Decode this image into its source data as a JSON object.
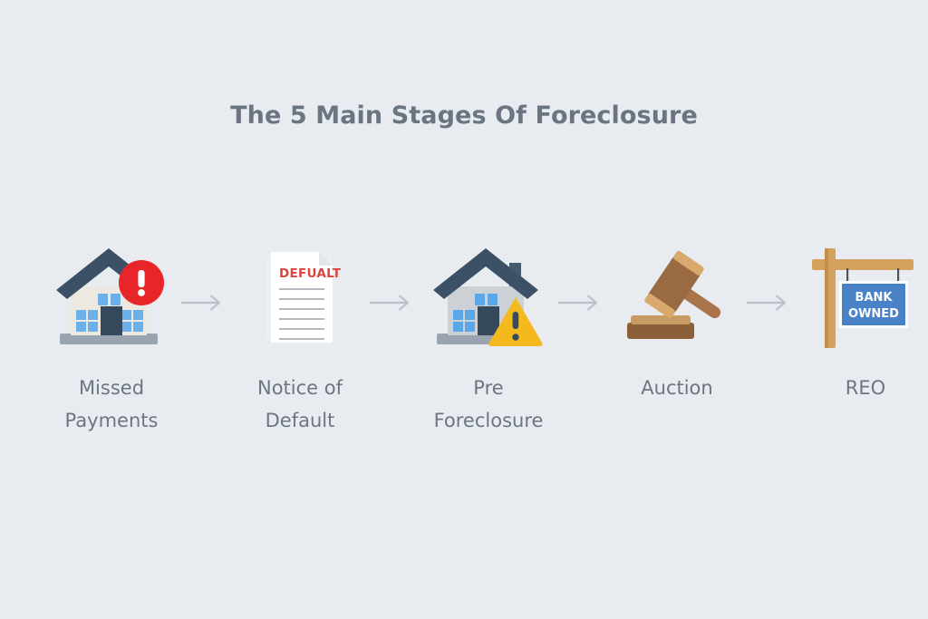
{
  "page": {
    "title": "The 5 Main Stages Of Foreclosure",
    "background_color": "#e8ecf0",
    "title_color": "#6b7582",
    "label_color": "#6b7682",
    "arrow_color": "#b9c2cc"
  },
  "stages": [
    {
      "id": "missed-payments",
      "label": "Missed\nPayments",
      "icon": "house-with-red-alert-icon",
      "colors": {
        "house_body": "#ede8e0",
        "roof": "#3d5166",
        "door": "#36495c",
        "window": "#6cb0ea",
        "base": "#9aa4ae",
        "badge": "#e8262a",
        "badge_mark": "#ffffff"
      }
    },
    {
      "id": "notice-of-default",
      "label": "Notice of\nDefault",
      "icon": "default-notice-document-icon",
      "document_heading": "DEFUALT",
      "document_line_count": 6,
      "colors": {
        "paper": "#ffffff",
        "fold": "#e2e6ea",
        "heading": "#d9453f",
        "text_line": "#b4b9bf"
      }
    },
    {
      "id": "pre-foreclosure",
      "label": "Pre Foreclosure",
      "icon": "house-with-warning-triangle-icon",
      "colors": {
        "house_body": "#ccd1d6",
        "roof": "#3d5166",
        "door": "#36495c",
        "window": "#5ba7e8",
        "base": "#9aa4ae",
        "chimney": "#475b6e",
        "warning": "#f5b920",
        "warning_mark": "#384b5e"
      }
    },
    {
      "id": "auction",
      "label": "Auction",
      "icon": "gavel-icon",
      "colors": {
        "head": "#9a6b42",
        "band": "#d9a86c",
        "handle": "#a9744a",
        "block": "#8b6038",
        "block_top": "#c99a62"
      }
    },
    {
      "id": "reo",
      "label": "REO",
      "icon": "bank-owned-sign-icon",
      "sign_text_line1": "BANK",
      "sign_text_line2": "OWNED",
      "colors": {
        "post": "#d4a15e",
        "post_shade": "#c08f4e",
        "placard": "#4a82c8",
        "placard_border": "#ffffff",
        "placard_text": "#ffffff",
        "wire": "#50545a"
      }
    }
  ],
  "connectors": {
    "count": 4,
    "name": "arrow-right-icon"
  }
}
